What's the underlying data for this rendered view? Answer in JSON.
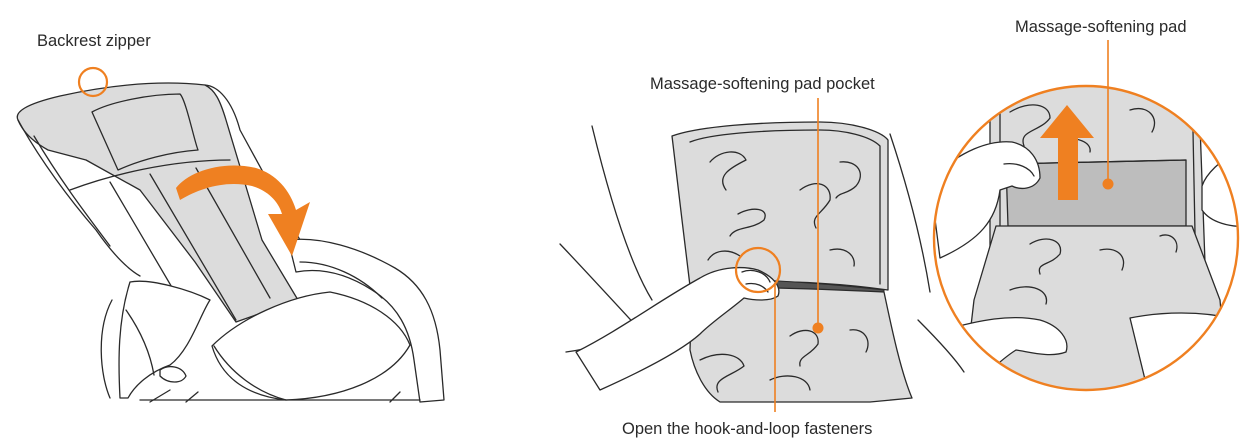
{
  "labels": {
    "backrest_zipper": "Backrest zipper",
    "pad_pocket": "Massage-softening pad pocket",
    "softening_pad": "Massage-softening pad",
    "hook_loop": "Open the hook-and-loop fasteners"
  },
  "colors": {
    "accent": "#ef8021",
    "cover_gray": "#dcdcdc",
    "pad_gray": "#bdbdbd",
    "line": "#2a2a2a"
  }
}
